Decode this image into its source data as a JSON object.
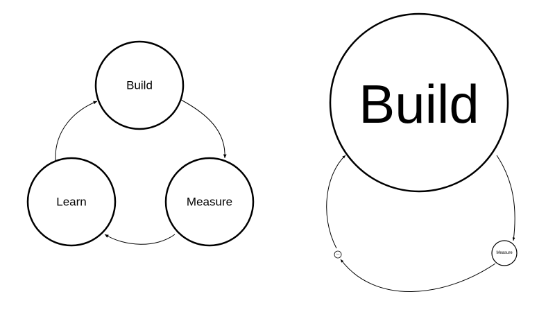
{
  "diagrams": {
    "balanced": {
      "nodes": {
        "build": "Build",
        "measure": "Measure",
        "learn": "Learn"
      },
      "edges": [
        {
          "from": "Build",
          "to": "Measure"
        },
        {
          "from": "Measure",
          "to": "Learn"
        },
        {
          "from": "Learn",
          "to": "Build"
        }
      ]
    },
    "unbalanced": {
      "nodes": {
        "build": "Build",
        "measure": "Measure",
        "learn": "Learn"
      },
      "edges": [
        {
          "from": "Build",
          "to": "Measure"
        },
        {
          "from": "Measure",
          "to": "Learn"
        },
        {
          "from": "Learn",
          "to": "Build"
        }
      ]
    }
  },
  "colors": {
    "stroke": "#000000",
    "fill": "#ffffff",
    "background": "#ffffff"
  }
}
